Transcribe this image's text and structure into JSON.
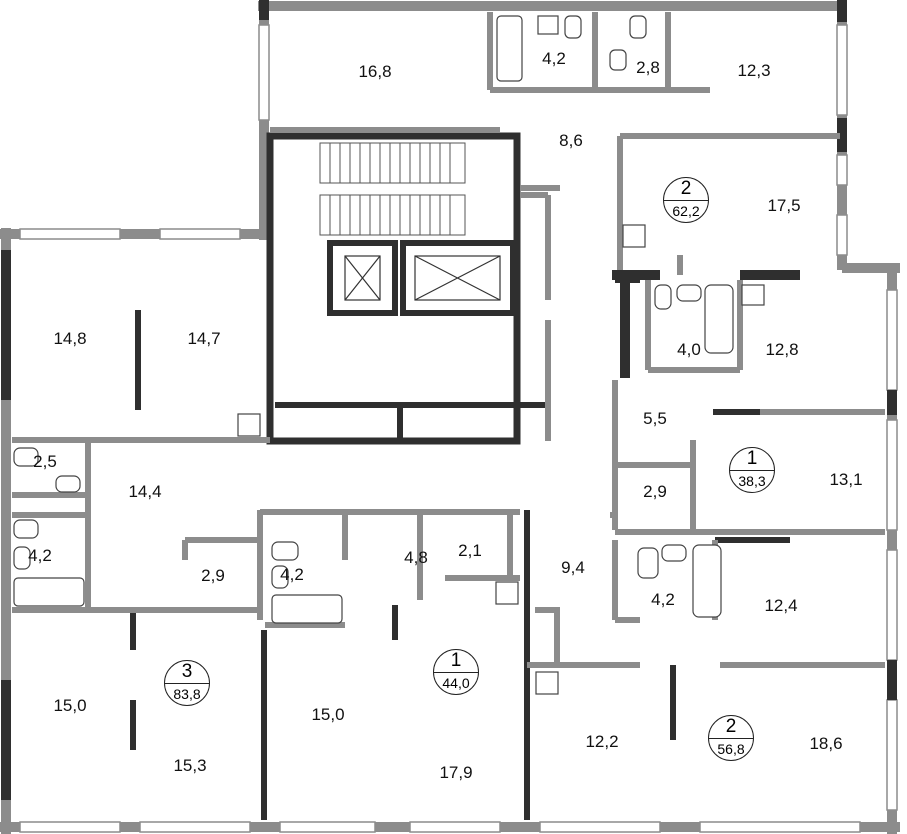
{
  "apartments": [
    {
      "rooms": "2",
      "area": "62,2"
    },
    {
      "rooms": "1",
      "area": "38,3"
    },
    {
      "rooms": "3",
      "area": "83,8"
    },
    {
      "rooms": "1",
      "area": "44,0"
    },
    {
      "rooms": "2",
      "area": "56,8"
    }
  ],
  "rooms": [
    "16,8",
    "4,2",
    "2,8",
    "12,3",
    "8,6",
    "17,5",
    "14,8",
    "14,7",
    "4,0",
    "12,8",
    "5,5",
    "2,5",
    "14,4",
    "13,1",
    "2,9",
    "4,2",
    "2,9",
    "4,2",
    "4,8",
    "2,1",
    "9,4",
    "4,2",
    "12,4",
    "15,0",
    "15,3",
    "15,0",
    "17,9",
    "12,2",
    "18,6"
  ],
  "colors": {
    "wall": "#8c8c8c",
    "wall_dark": "#2f2f2f"
  }
}
